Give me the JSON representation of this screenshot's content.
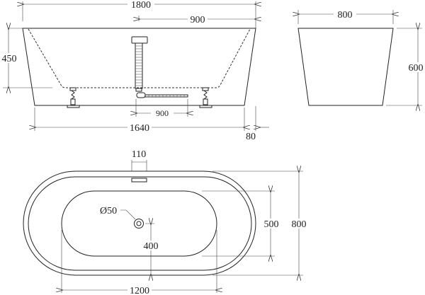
{
  "side_view": {
    "length_total": "1800",
    "half_length": "900",
    "depth": "450",
    "base_length": "1640",
    "rim_offset": "80",
    "leg_spacing": "900"
  },
  "end_view": {
    "width": "800",
    "height": "600"
  },
  "plan_view": {
    "overflow_width": "110",
    "drain_diameter": "Ø50",
    "drain_offset": "400",
    "basin_length": "1200",
    "basin_width": "500",
    "outer_width": "800"
  },
  "colors": {
    "line": "#222222",
    "background": "#ffffff"
  }
}
